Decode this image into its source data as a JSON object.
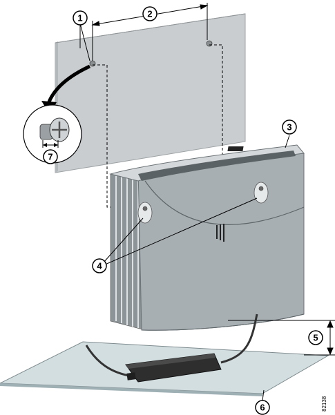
{
  "callouts": {
    "c1": "1",
    "c2": "2",
    "c3": "3",
    "c4": "4",
    "c5": "5",
    "c6": "6",
    "c7": "7"
  },
  "figure_id": "82138",
  "colors": {
    "wall": "#c9cdcf",
    "wall_edge": "#9ea3a6",
    "device_body": "#a8afb3",
    "device_dark": "#7f878c",
    "device_top": "#d4d8da",
    "shelf": "#d3dee1",
    "adapter": "#2e2e2e",
    "callout_fill": "#ffffff",
    "line": "#000000"
  },
  "icons": [
    "screw-icon",
    "keyhole-slot-icon",
    "power-adapter-icon"
  ]
}
